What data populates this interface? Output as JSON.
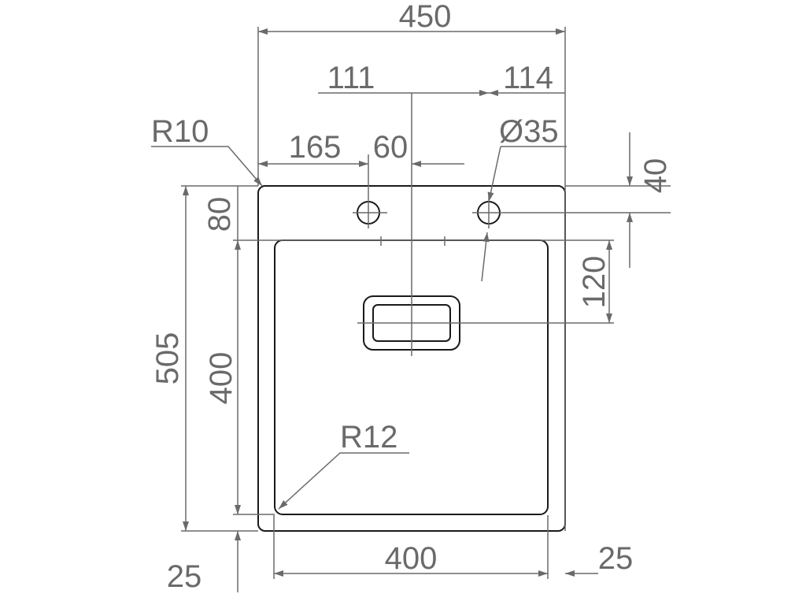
{
  "labels": {
    "overall_width": "450",
    "left_to_drain": "111",
    "right_to_drain": "114",
    "corner_outer_radius": "R10",
    "tap_hole_offset": "165",
    "tap_hole_spacing": "60",
    "tap_hole_diameter": "Ø35",
    "tap_hole_from_top": "40",
    "bowl_from_top": "80",
    "drain_from_bowl_top": "120",
    "overall_depth": "505",
    "bowl_depth": "400",
    "corner_inner_radius": "R12",
    "bowl_width": "400",
    "left_margin": "25",
    "right_margin": "25"
  },
  "colors": {
    "outline": "#1a1a1a",
    "dimension": "#6a6a6a"
  }
}
